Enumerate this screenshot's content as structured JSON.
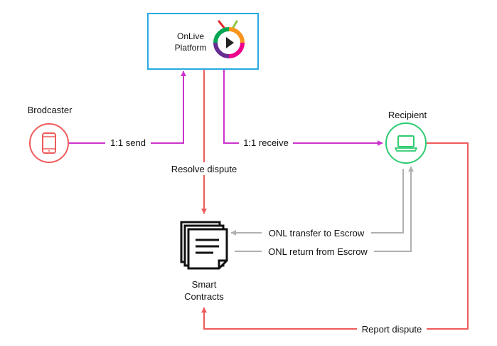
{
  "platform": {
    "line1": "OnLive",
    "line2": "Platform"
  },
  "nodes": {
    "broadcaster": {
      "label": "Brodcaster"
    },
    "recipient": {
      "label": "Recipient"
    },
    "contracts": {
      "line1": "Smart",
      "line2": "Contracts"
    }
  },
  "edges": {
    "send": "1:1 send",
    "receive": "1:1 receive",
    "resolve": "Resolve dispute",
    "transfer": "ONL transfer to Escrow",
    "return": "ONL return from Escrow",
    "report": "Report dispute"
  },
  "colors": {
    "magenta": "#cc33cc",
    "red": "#ef5b5b",
    "gray": "#b0b0b0",
    "green": "#2ecc71",
    "cyan": "#29a9e0"
  },
  "icons": {
    "broadcaster": "phone-icon",
    "recipient": "laptop-icon",
    "contracts": "document-stack-icon",
    "platform": "onlive-logo"
  }
}
